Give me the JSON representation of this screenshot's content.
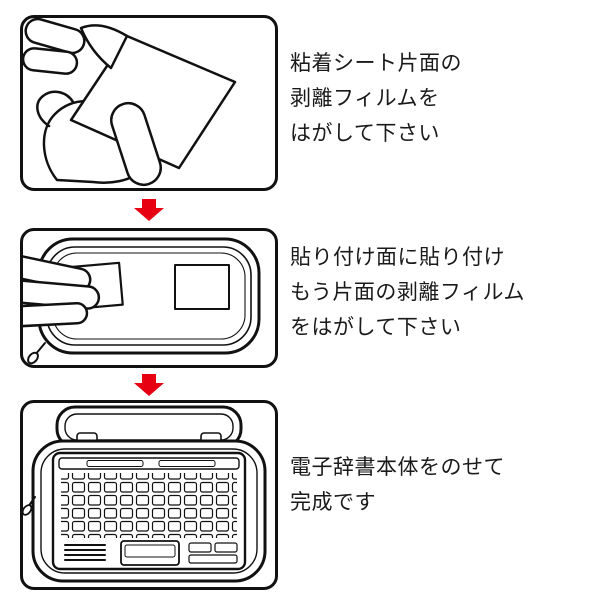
{
  "page": {
    "background": "#ffffff",
    "text_color": "#1a1a1a"
  },
  "arrow": {
    "color": "#e60012",
    "direction": "down"
  },
  "steps": [
    {
      "id": 1,
      "illustration": "peeling-release-film-from-adhesive-sheet",
      "lines": [
        "粘着シート片面の",
        "剥離フィルムを",
        "はがして下さい"
      ]
    },
    {
      "id": 2,
      "illustration": "attaching-sheet-inside-case",
      "lines": [
        "貼り付け面に貼り付け",
        "もう片面の剥離フィルム",
        "をはがして下さい"
      ]
    },
    {
      "id": 3,
      "illustration": "electronic-dictionary-placed-in-case",
      "lines": [
        "電子辞書本体をのせて",
        "完成です"
      ]
    }
  ]
}
